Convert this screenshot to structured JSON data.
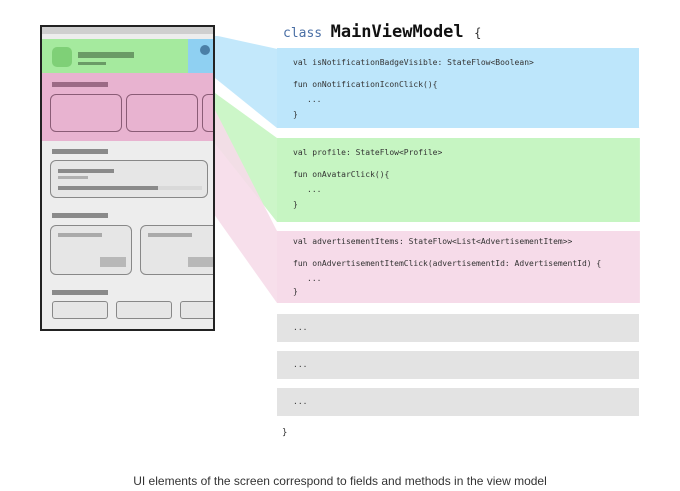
{
  "header": {
    "keyword": "class",
    "class_name": "MainViewModel",
    "brace_open": "{"
  },
  "blocks": {
    "notification": {
      "line1": "val isNotificationBadgeVisible: StateFlow<Boolean>",
      "line2": "fun onNotificationIconClick(){",
      "line3": "...",
      "line4": "}",
      "color": "#bde6fb"
    },
    "profile": {
      "line1": "val profile: StateFlow<Profile>",
      "line2": "fun onAvatarClick(){",
      "line3": "...",
      "line4": "}",
      "color": "#c6f5c2"
    },
    "ads": {
      "line1": "val advertisementItems: StateFlow<List<AdvertisementItem>>",
      "line2": "fun onAdvertisementItemClick(advertisementId: AdvertisementId) {",
      "line3": "...",
      "line4": "}",
      "color": "#f6dbe9"
    }
  },
  "placeholders": {
    "p1": "...",
    "p2": "...",
    "p3": "..."
  },
  "footer": {
    "brace_close": "}"
  },
  "caption": "UI elements of the screen correspond to fields and methods in the view model"
}
